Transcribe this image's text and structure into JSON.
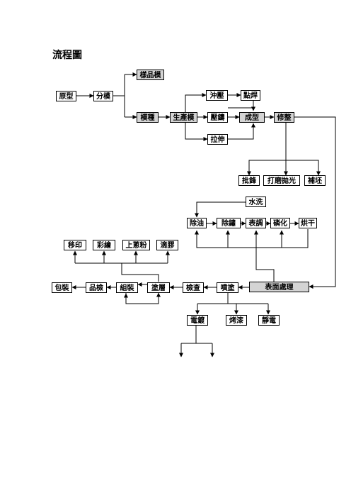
{
  "title": "流程圖",
  "nodes": {
    "prototype": "原型",
    "split_mold": "分模",
    "sample_mold": "樣品模",
    "mold_type": "模種",
    "production_mold": "生產模",
    "stamping": "沖壓",
    "spot_welding": "點焊",
    "die_casting": "壓鑄",
    "forming": "成型",
    "trimming": "修整",
    "stretching": "拉伸",
    "deburring": "批鋒",
    "grinding_polishing": "打磨拋光",
    "patching": "補坯",
    "water_wash": "水洗",
    "degrease": "除油",
    "derust": "除鏽",
    "surface_adjust": "表調",
    "phosphating": "磷化",
    "drying": "烘干",
    "pad_printing": "移印",
    "color_painting": "彩繪",
    "flocking": "上蔥粉",
    "glue_drip": "滴膠",
    "packing": "包裝",
    "quality_check": "品檢",
    "assembly": "組裝",
    "coating": "塗層",
    "inspection": "檢查",
    "spray_coating": "噴塗",
    "surface_treatment": "表面處理",
    "electroplating": "電鍍",
    "baking_paint": "烤漆",
    "electrostatic": "靜電"
  }
}
